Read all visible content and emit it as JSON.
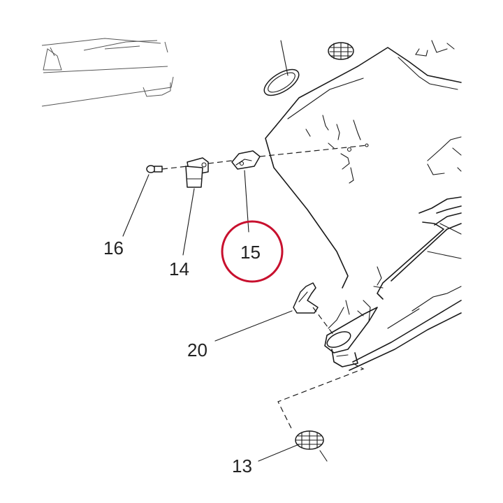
{
  "callouts": [
    {
      "id": "c16",
      "text": "16"
    },
    {
      "id": "c14",
      "text": "14"
    },
    {
      "id": "c15",
      "text": "15"
    },
    {
      "id": "c20",
      "text": "20"
    },
    {
      "id": "c13",
      "text": "13"
    }
  ],
  "highlight": {
    "target": "15",
    "color": "#c8102e"
  }
}
